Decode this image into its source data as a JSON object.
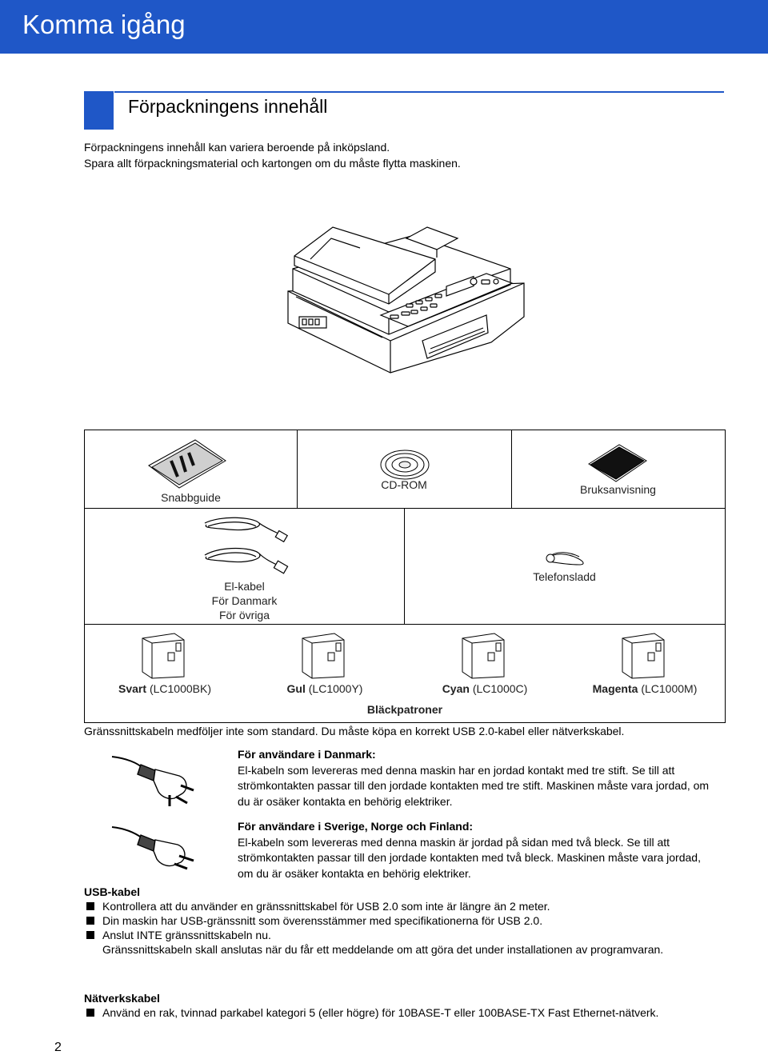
{
  "header": {
    "title": "Komma igång"
  },
  "section": {
    "title": "Förpackningens innehåll"
  },
  "intro": [
    "Förpackningens innehåll kan variera beroende på inköpsland.",
    "Spara allt förpackningsmaterial och kartongen om du måste flytta maskinen."
  ],
  "contents": {
    "quick_guide": "Snabbguide",
    "cdrom": "CD-ROM",
    "manual": "Bruksanvisning",
    "power_cord": "El-kabel",
    "power_denmark": "För Danmark",
    "power_other": "För övriga",
    "phone_cord": "Telefonsladd",
    "cartridges": [
      {
        "name": "Svart",
        "code": "(LC1000BK)"
      },
      {
        "name": "Gul",
        "code": "(LC1000Y)"
      },
      {
        "name": "Cyan",
        "code": "(LC1000C)"
      },
      {
        "name": "Magenta",
        "code": "(LC1000M)"
      }
    ],
    "cartridges_label": "Bläckpatroner"
  },
  "interface_note": "Gränssnittskabeln medföljer inte som standard. Du måste köpa en korrekt USB 2.0-kabel eller nätverkskabel.",
  "denmark": {
    "heading": "För användare i Danmark:",
    "text": "El-kabeln som levereras med denna maskin har en jordad kontakt med tre stift. Se till att strömkontakten passar till den jordade kontakten med tre stift. Maskinen måste vara jordad, om du är osäker kontakta en behörig elektriker."
  },
  "nordic": {
    "heading": "För användare i Sverige, Norge och Finland:",
    "text": "El-kabeln som levereras med denna maskin är jordad på sidan med två bleck. Se till att strömkontakten passar till den jordade kontakten med två bleck. Maskinen måste vara jordad, om du är osäker kontakta en behörig elektriker."
  },
  "usb": {
    "heading": "USB-kabel",
    "items": [
      "Kontrollera att du använder en gränssnittskabel för USB 2.0 som inte är längre än 2 meter.",
      "Din maskin har USB-gränssnitt som överensstämmer med specifikationerna för USB 2.0.",
      "Anslut INTE gränssnittskabeln nu."
    ],
    "continuation": "Gränssnittskabeln skall anslutas när du får ett meddelande om att göra det under installationen av programvaran."
  },
  "network": {
    "heading": "Nätverkskabel",
    "items": [
      "Använd en rak, tvinnad parkabel kategori 5 (eller högre) för 10BASE-T eller 100BASE-TX Fast Ethernet-nätverk."
    ]
  },
  "page_number": "2",
  "colors": {
    "accent": "#1f57c7"
  }
}
